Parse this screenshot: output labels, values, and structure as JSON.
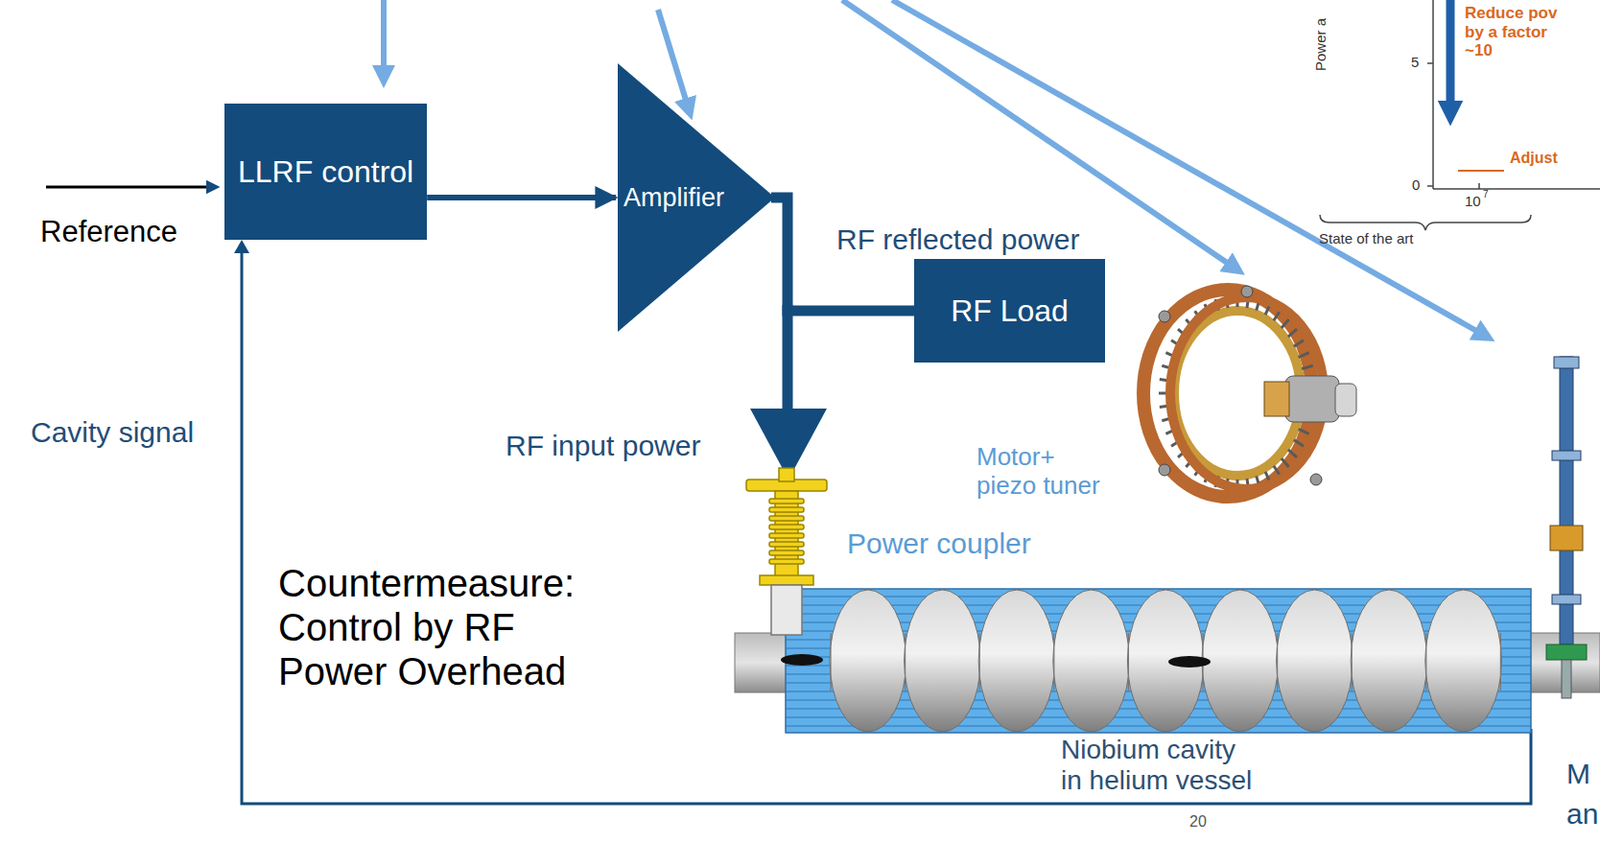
{
  "diagram": {
    "nodes": [
      {
        "text": [
          "LLRF control"
        ]
      },
      {
        "text": [
          "Amplifier"
        ]
      },
      {
        "text": [
          "RF Load"
        ]
      }
    ],
    "edges": [
      {
        "from": 0,
        "to": 1,
        "arrow": "to"
      },
      {
        "from": 1,
        "to": 2,
        "label": "RF reflected power",
        "arrow": "none"
      }
    ],
    "labels": [
      "Power a",
      "5",
      "Reduce pov by a factor ~10",
      "Adjust",
      "0",
      "10",
      "7",
      "State of the art",
      "Reference",
      "RF input power",
      "Cavity signal",
      "Motor+ piezo tuner",
      "Power coupler",
      "Countermeasure: Control by RF Power Overhead",
      "Niobium cavity in helium vessel",
      "20",
      "M",
      "an"
    ]
  }
}
